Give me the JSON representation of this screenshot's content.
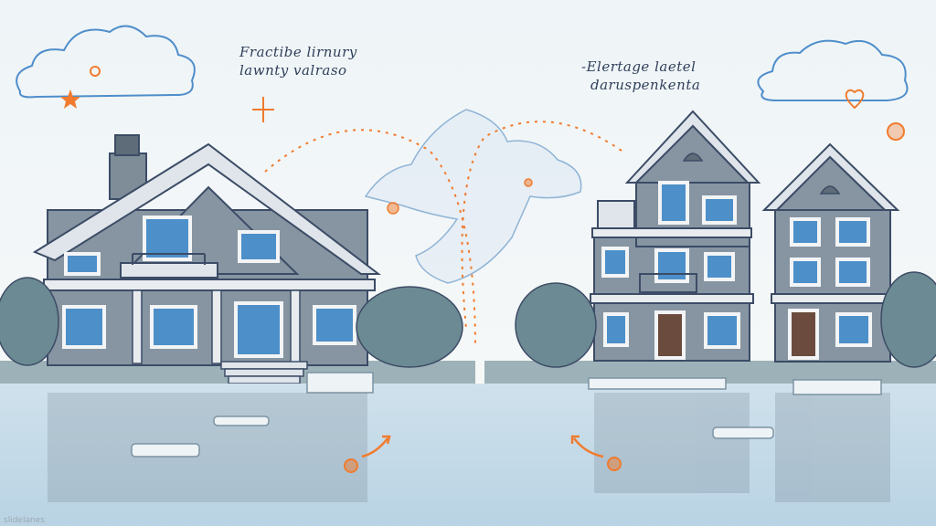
{
  "annotations": {
    "left_line1": "Fractibe lirnury",
    "left_line2": "lawnty valraso",
    "right_line1": "-Elertage laetel",
    "right_line2": "daruspenkenta"
  },
  "colors": {
    "ink": "#3c4c66",
    "house_wall": "#8795a2",
    "house_wall_dark": "#6f7e8c",
    "window": "#4d8fc9",
    "accent": "#f07b2e",
    "water": "#c7dce9",
    "shrub": "#6c8a93",
    "sky_cloud": "#4f8ecb"
  },
  "footer": {
    "watermark": "slidelanes"
  }
}
